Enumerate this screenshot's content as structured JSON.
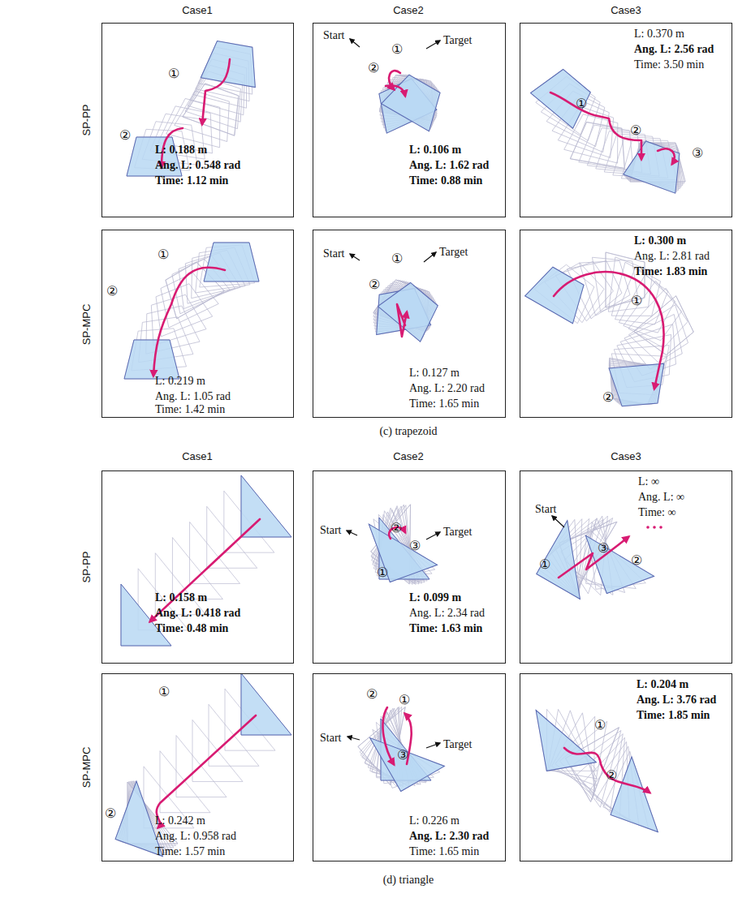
{
  "diagram": {
    "nodes": [
      {
        "text": [
          "①",
          "②",
          "L: 0.188 m",
          "Ang. L: 0.548 rad",
          "Time: 1.12 min"
        ]
      },
      {
        "text": [
          "Start",
          "Target",
          "①",
          "②",
          "L: 0.106 m",
          "Ang. L: 1.62 rad",
          "Time: 0.88 min"
        ]
      },
      {
        "text": [
          "L: 0.370 m",
          "Ang. L: 2.56 rad",
          "Time: 3.50 min",
          "①",
          "②",
          "③"
        ]
      },
      {
        "text": [
          "①",
          "②",
          "L: 0.219 m",
          "Ang. L: 1.05 rad",
          "Time: 1.42 min"
        ]
      },
      {
        "text": [
          "Start",
          "Target",
          "①",
          "②",
          "L: 0.127 m",
          "Ang. L: 2.20 rad",
          "Time: 1.65 min"
        ]
      },
      {
        "text": [
          "L: 0.300 m",
          "Ang. L: 2.81 rad",
          "Time: 1.83 min",
          "①",
          "②"
        ]
      },
      {
        "text": [
          "L: 0.158 m",
          "Ang. L: 0.418 rad",
          "Time: 0.48 min"
        ]
      },
      {
        "text": [
          "Start",
          "Target",
          "②",
          "③",
          "①",
          "L: 0.099 m",
          "Ang. L: 2.34 rad",
          "Time: 1.63 min"
        ]
      },
      {
        "text": [
          "L: ∞",
          "Ang. L: ∞",
          "Time: ∞",
          "Start",
          "③",
          "②",
          "①"
        ]
      },
      {
        "text": [
          "①",
          "②",
          "L: 0.242 m",
          "Ang. L: 0.958 rad",
          "Time: 1.57 min"
        ]
      },
      {
        "text": [
          "②",
          "①",
          "Start",
          "③",
          "Target",
          "L: 0.226 m",
          "Ang. L: 2.30 rad",
          "Time: 1.65 min"
        ]
      },
      {
        "text": [
          "L: 0.204 m",
          "Ang. L: 3.76 rad",
          "Time: 1.85 min",
          "①",
          "②"
        ]
      }
    ],
    "labels": [
      "Case1",
      "Case2",
      "Case3",
      "SP-PP",
      "SP-MPC",
      "(c) trapezoid",
      "Case1",
      "Case2",
      "Case3",
      "SP-PP",
      "SP-MPC",
      "(d) triangle"
    ]
  }
}
